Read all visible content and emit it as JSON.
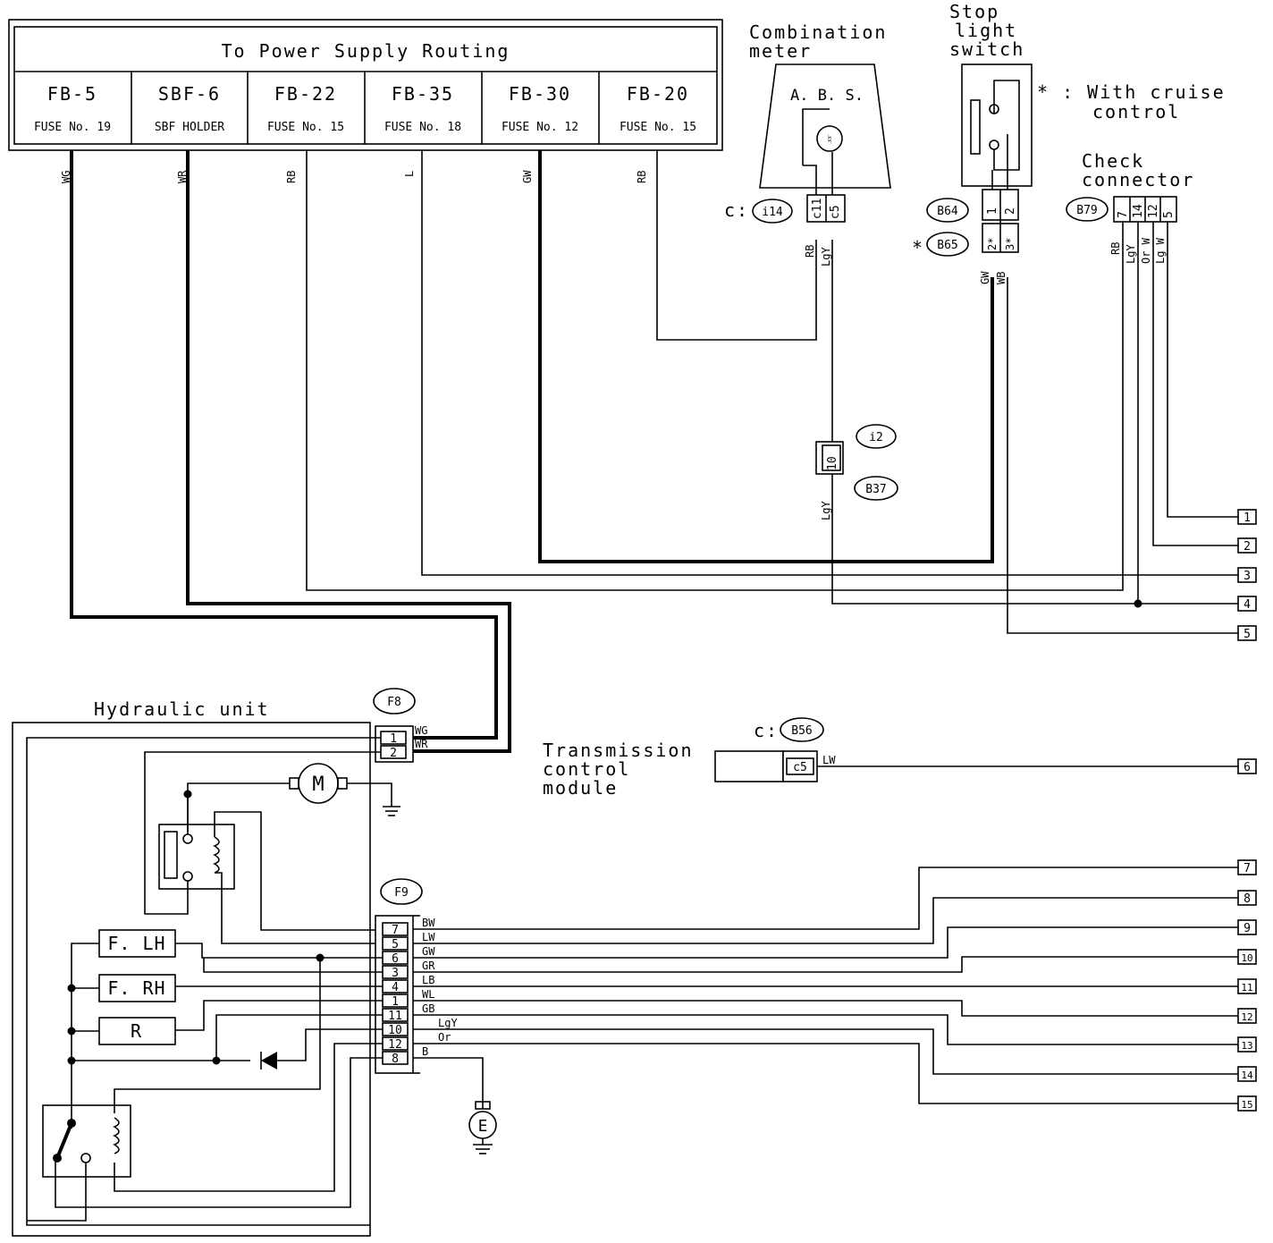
{
  "title": "To Power Supply Routing",
  "fuses": [
    {
      "id": "FB-5",
      "sub": "FUSE No. 19"
    },
    {
      "id": "SBF-6",
      "sub": "SBF HOLDER"
    },
    {
      "id": "FB-22",
      "sub": "FUSE No. 15"
    },
    {
      "id": "FB-35",
      "sub": "FUSE No. 18"
    },
    {
      "id": "FB-30",
      "sub": "FUSE No. 12"
    },
    {
      "id": "FB-20",
      "sub": "FUSE No. 15"
    }
  ],
  "fuse_wires": [
    "WG",
    "WR",
    "RB",
    "L",
    "GW",
    "RB"
  ],
  "combination_meter": {
    "l1": "Combination",
    "l2": "meter",
    "abs": "A. B. S.",
    "c": "c:",
    "conn": "i14",
    "pins": [
      "c11",
      "c5"
    ],
    "wires": [
      "RB",
      "LgY"
    ]
  },
  "stop_light": {
    "l1": "Stop",
    "l2": "light",
    "l3": "switch",
    "c1": "B64",
    "c2": "B65",
    "pins": [
      "1",
      "2",
      "2*",
      "3*"
    ],
    "wires": [
      "GW",
      "WB"
    ]
  },
  "cruise_note": {
    "l1": "* : With cruise",
    "l2": "control",
    "star": "*"
  },
  "check_connector": {
    "l1": "Check",
    "l2": "connector",
    "conn": "B79",
    "pins": [
      "7",
      "14",
      "12",
      "5"
    ],
    "wires": [
      "RB",
      "LgY",
      "Or W",
      "Lg W"
    ]
  },
  "joint": {
    "c1": "i2",
    "c2": "B37",
    "pin": "10",
    "wire": "LgY"
  },
  "tcm": {
    "l1": "Transmission",
    "l2": "control",
    "l3": "module",
    "c": "c:",
    "conn": "B56",
    "pin": "c5",
    "wire": "LW"
  },
  "hydraulic_unit": {
    "label": "Hydraulic unit",
    "f8": "F8",
    "f8_pins": [
      "1",
      "2"
    ],
    "f8_wires": [
      "WG",
      "WR"
    ],
    "f9": "F9",
    "f9_pins": [
      "7",
      "5",
      "6",
      "3",
      "4",
      "1",
      "11",
      "10",
      "12",
      "8"
    ],
    "f9_wires": [
      "BW",
      "LW",
      "GW",
      "GR",
      "LB",
      "WL",
      "GB",
      "LgY",
      "Or",
      "B"
    ],
    "valves": [
      "F. LH",
      "F. RH",
      "R"
    ],
    "motor": "M",
    "ground": "E"
  },
  "terminals": [
    "1",
    "2",
    "3",
    "4",
    "5",
    "6",
    "7",
    "8",
    "9",
    "10",
    "11",
    "12",
    "13",
    "14",
    "15"
  ]
}
